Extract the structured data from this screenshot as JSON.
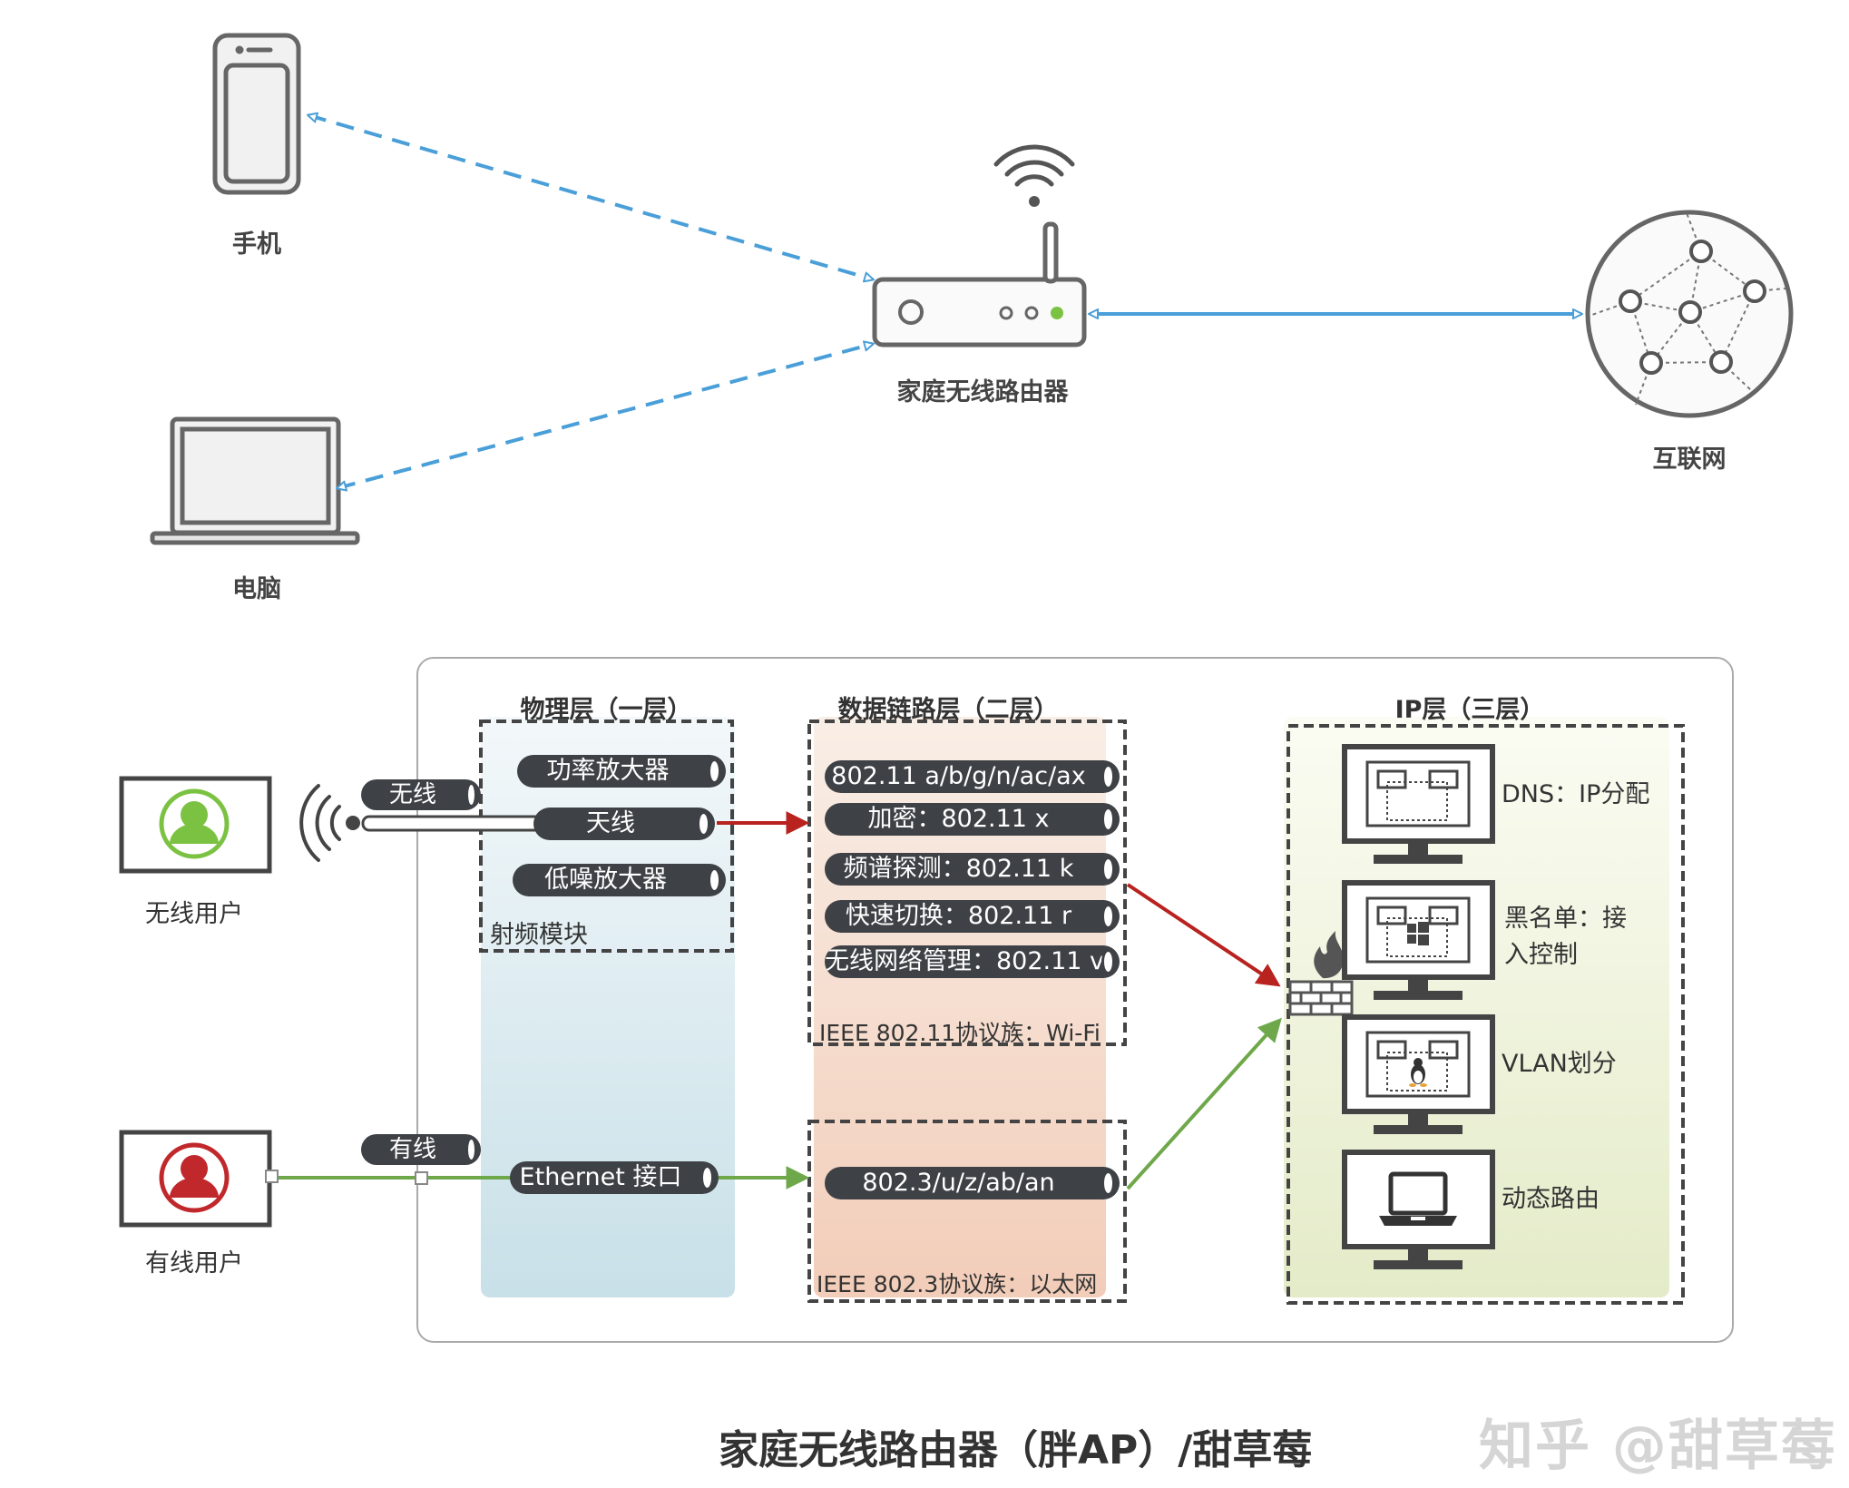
{
  "top": {
    "phone_label": "手机",
    "laptop_label": "电脑",
    "router_label": "家庭无线路由器",
    "internet_label": "互联网"
  },
  "users": {
    "wireless_label": "无线用户",
    "wired_label": "有线用户",
    "wireless_tag": "无线",
    "wired_tag": "有线"
  },
  "physical": {
    "title": "物理层（一层）",
    "items": [
      "功率放大器",
      "天线",
      "低噪放大器"
    ],
    "module_label": "射频模块",
    "ethernet": "Ethernet 接口"
  },
  "datalink": {
    "title": "数据链路层（二层）",
    "wifi_items": [
      "802.11 a/b/g/n/ac/ax",
      "加密：802.11 x",
      "频谱探测：802.11 k",
      "快速切换：802.11 r",
      "无线网络管理：802.11 v"
    ],
    "wifi_caption": "IEEE 802.11协议族：Wi-Fi",
    "ethernet_item": "802.3/u/z/ab/an",
    "ethernet_caption": "IEEE 802.3协议族：以太网"
  },
  "ip": {
    "title": "IP层（三层）",
    "features": [
      "DNS：IP分配",
      "黑名单：接入控制",
      "VLAN划分",
      "动态路由"
    ]
  },
  "footer": {
    "title": "家庭无线路由器（胖AP）/甜草莓",
    "watermark": "知乎 @甜草莓"
  },
  "colors": {
    "wifi_arrow": "#4a9fd8",
    "wireless_path": "#b8221f",
    "wired_path": "#6fa84a",
    "pill": "#3e4145",
    "green_user": "#7cc242",
    "red_user": "#c0282c"
  }
}
